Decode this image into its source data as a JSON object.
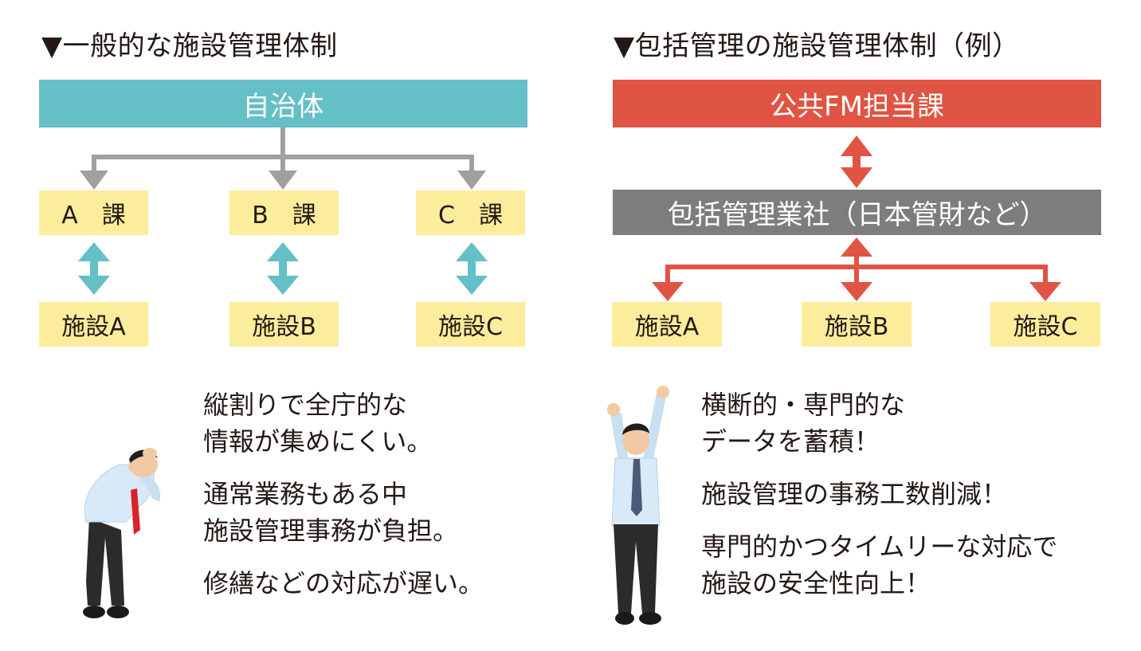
{
  "colors": {
    "teal": "#65bfc6",
    "red": "#e05443",
    "gray_bar": "#7d7d7d",
    "gray_line": "#a0a0a0",
    "yellow": "#fbed9c",
    "text": "#231815"
  },
  "left": {
    "heading": "▼一般的な施設管理体制",
    "top_bar": "自治体",
    "departments": [
      "A　課",
      "B　課",
      "C　課"
    ],
    "facilities": [
      "施設A",
      "施設B",
      "施設C"
    ],
    "issues": [
      [
        "縦割りで全庁的な",
        "情報が集めにくい。"
      ],
      [
        "通常業務もある中",
        "施設管理事務が負担。"
      ],
      [
        "修繕などの対応が遅い。"
      ]
    ]
  },
  "right": {
    "heading": "▼包括管理の施設管理体制（例）",
    "top_bar": "公共FM担当課",
    "middle_bar": "包括管理業社（日本管財など）",
    "facilities": [
      "施設A",
      "施設B",
      "施設C"
    ],
    "benefits": [
      [
        "横断的・専門的な",
        "データを蓄積！"
      ],
      [
        "施設管理の事務工数削減！"
      ],
      [
        "専門的かつタイムリーな対応で",
        "施設の安全性向上！"
      ]
    ]
  }
}
